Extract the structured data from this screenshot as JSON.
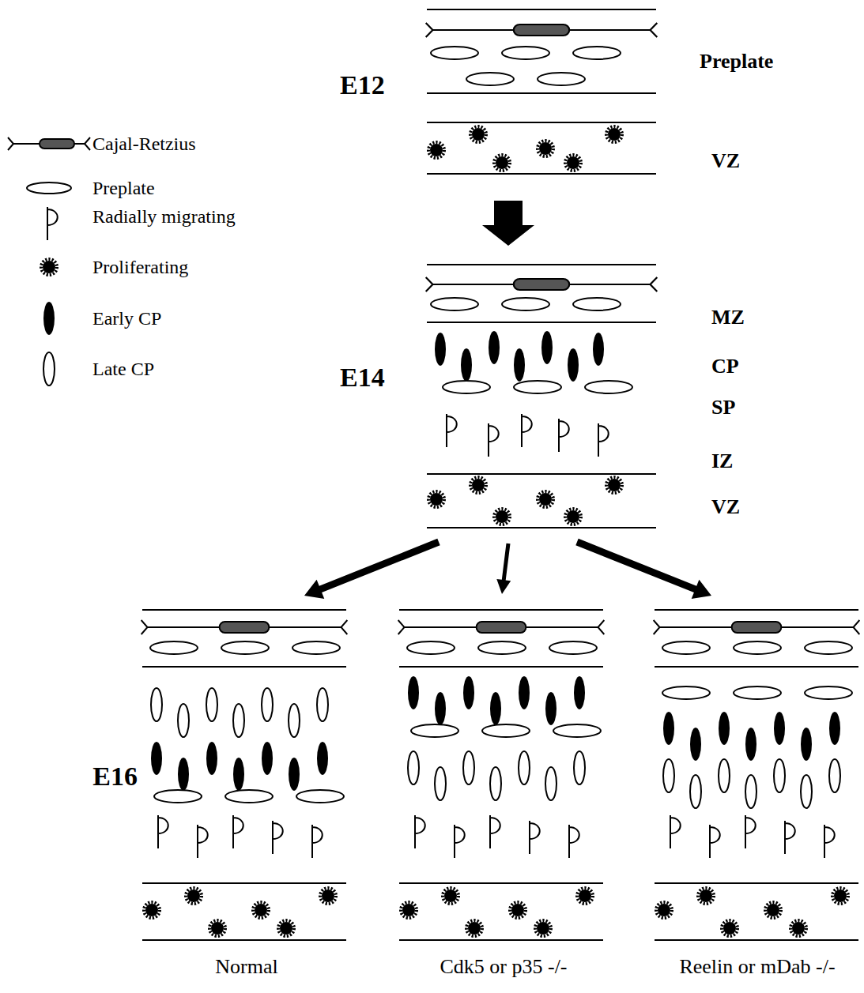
{
  "diagram": {
    "nodes": [
      {
        "text": [
          "E12",
          "Preplate",
          "VZ"
        ]
      },
      {
        "text": [
          "E14",
          "MZ",
          "CP",
          "SP",
          "IZ",
          "VZ"
        ]
      },
      {
        "text": [
          "Normal"
        ]
      },
      {
        "text": [
          "Cdk5 or p35 -/-"
        ]
      },
      {
        "text": [
          "Reelin or mDab -/-"
        ]
      }
    ],
    "edges": [
      {
        "from": 0,
        "to": 1,
        "arrow": "to"
      },
      {
        "from": 1,
        "to": 2,
        "arrow": "to"
      },
      {
        "from": 1,
        "to": 3,
        "arrow": "to"
      },
      {
        "from": 1,
        "to": 4,
        "arrow": "to"
      }
    ],
    "labels": [
      "E16"
    ],
    "legend": [
      {
        "text": "Cajal-Retzius"
      },
      {
        "text": "Preplate"
      },
      {
        "text": "Radially migrating"
      },
      {
        "text": "Proliferating"
      },
      {
        "text": "Early CP"
      },
      {
        "text": "Late CP"
      }
    ]
  }
}
